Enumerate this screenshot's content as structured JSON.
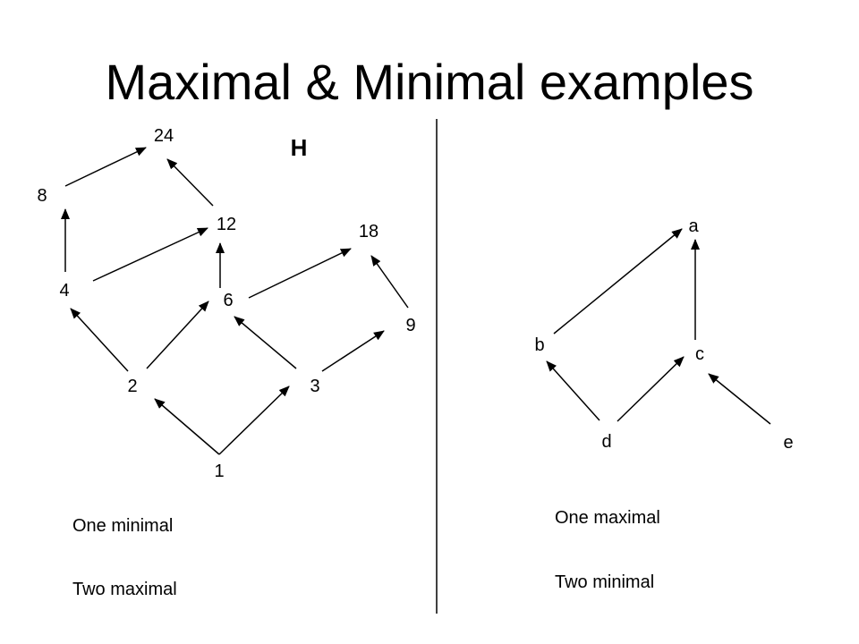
{
  "slide": {
    "title": "Maximal & Minimal examples"
  },
  "left": {
    "graph_label": "H",
    "nodes": {
      "n24": "24",
      "n8": "8",
      "n12": "12",
      "n18": "18",
      "n4": "4",
      "n6": "6",
      "n9": "9",
      "n2": "2",
      "n3": "3",
      "n1": "1"
    },
    "notes": [
      "One minimal",
      "Two maximal"
    ]
  },
  "right": {
    "nodes": {
      "a": "a",
      "b": "b",
      "c": "c",
      "d": "d",
      "e": "e"
    },
    "notes": [
      "One maximal",
      "Two minimal"
    ]
  },
  "colors": {
    "ink": "#000000",
    "background": "#ffffff"
  }
}
